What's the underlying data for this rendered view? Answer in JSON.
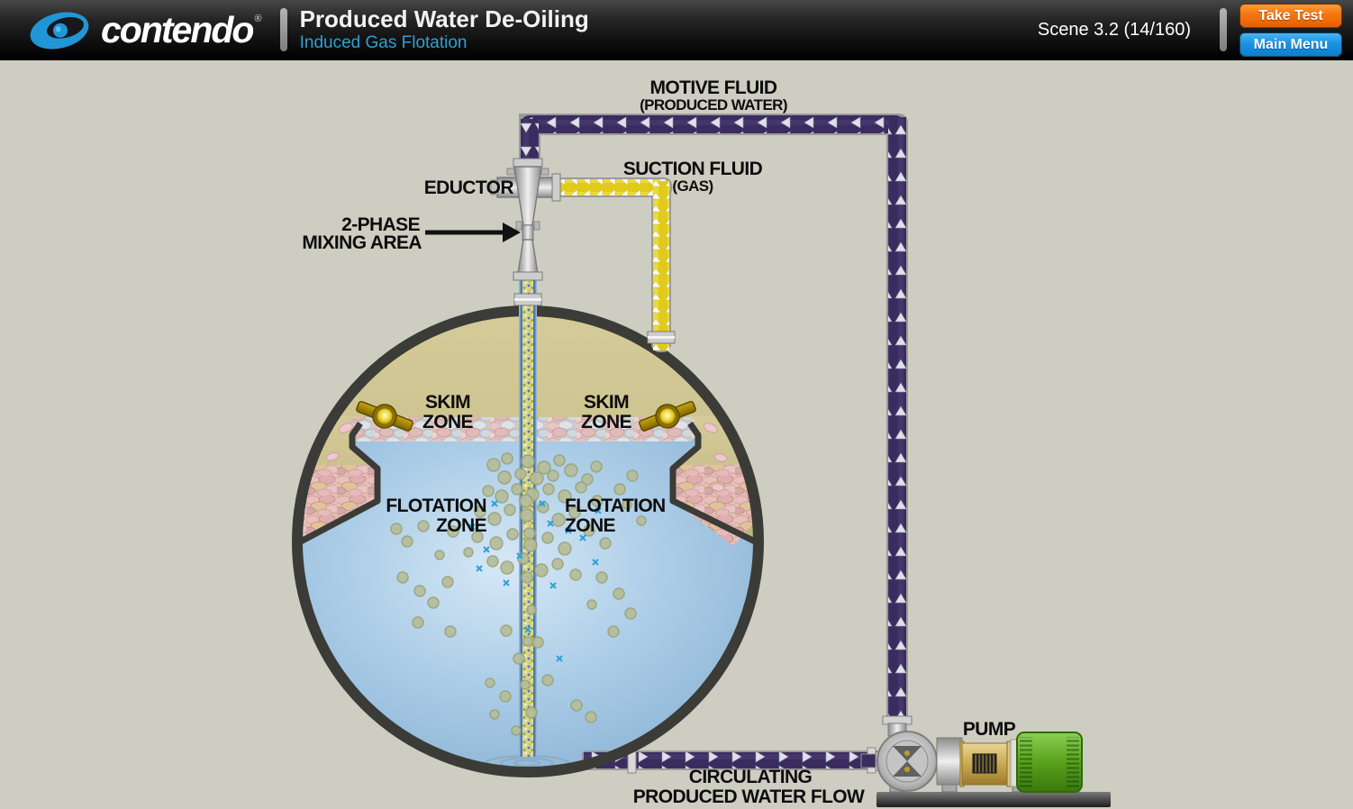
{
  "header": {
    "logo_text": "contendo",
    "logo_reg": "®",
    "title": "Produced Water De-Oiling",
    "subtitle": "Induced Gas Flotation",
    "scene": "Scene 3.2 (14/160)",
    "buttons": {
      "take_test": "Take Test",
      "main_menu": "Main Menu"
    }
  },
  "diagram": {
    "labels": {
      "motive_fluid": {
        "line1": "MOTIVE FLUID",
        "line2": "(PRODUCED WATER)"
      },
      "suction_fluid": {
        "line1": "SUCTION FLUID",
        "line2": "(GAS)"
      },
      "eductor": "EDUCTOR",
      "mixing_area": {
        "line1": "2-PHASE",
        "line2": "MIXING AREA"
      },
      "skim_zone_left": {
        "line1": "SKIM",
        "line2": "ZONE"
      },
      "skim_zone_right": {
        "line1": "SKIM",
        "line2": "ZONE"
      },
      "flotation_zone_left": {
        "line1": "FLOTATION",
        "line2": "ZONE"
      },
      "flotation_zone_right": {
        "line1": "FLOTATION",
        "line2": "ZONE"
      },
      "pump": "PUMP",
      "circulating": {
        "line1": "CIRCULATING",
        "line2": "PRODUCED WATER FLOW"
      }
    },
    "icons": [
      "contendo-logo-icon"
    ],
    "colors": {
      "background": "#cdcec1",
      "motive_pipe_purple": "#3a2c5e",
      "suction_pipe_yellow": "#e1ca1c",
      "water_blue": "#a9cbe6",
      "gas_space_tan": "#c9c08c",
      "oil_foam_pink": "#e2baba",
      "motor_green": "#58a21c",
      "take_test_orange": "#f47511",
      "main_menu_blue": "#1b93e0"
    }
  }
}
